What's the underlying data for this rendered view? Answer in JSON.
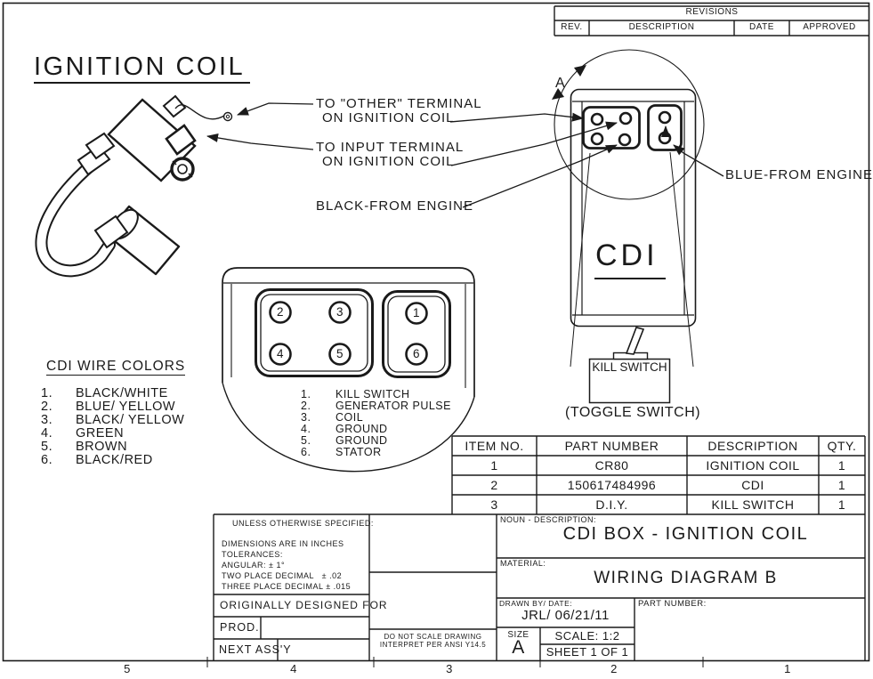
{
  "sheet": {
    "title": "IGNITION COIL",
    "zones": [
      "5",
      "4",
      "3",
      "2",
      "1"
    ]
  },
  "revisions": {
    "title": "REVISIONS",
    "headers": [
      "REV.",
      "DESCRIPTION",
      "DATE",
      "APPROVED"
    ]
  },
  "callouts": {
    "other_terminal_l1": "TO \"OTHER\" TERMINAL",
    "other_terminal_l2": "ON IGNITION COIL",
    "input_terminal_l1": "TO INPUT TERMINAL",
    "input_terminal_l2": "ON IGNITION COIL",
    "black_from_engine": "BLACK-FROM ENGINE",
    "blue_from_engine": "BLUE-FROM ENGINE",
    "detail_letter": "A"
  },
  "cdi_box": {
    "label": "CDI",
    "kill_switch": "KILL SWITCH",
    "toggle_switch": "(TOGGLE SWITCH)"
  },
  "wire_colors": {
    "title": "CDI WIRE COLORS",
    "items": [
      {
        "num": "1.",
        "label": "BLACK/WHITE"
      },
      {
        "num": "2.",
        "label": "BLUE/ YELLOW"
      },
      {
        "num": "3.",
        "label": "BLACK/ YELLOW"
      },
      {
        "num": "4.",
        "label": "GREEN"
      },
      {
        "num": "5.",
        "label": "BROWN"
      },
      {
        "num": "6.",
        "label": "BLACK/RED"
      }
    ]
  },
  "pin_legend": {
    "items": [
      {
        "num": "1.",
        "label": "KILL SWITCH"
      },
      {
        "num": "2.",
        "label": "GENERATOR PULSE"
      },
      {
        "num": "3.",
        "label": "COIL"
      },
      {
        "num": "4.",
        "label": "GROUND"
      },
      {
        "num": "5.",
        "label": "GROUND"
      },
      {
        "num": "6.",
        "label": "STATOR"
      }
    ]
  },
  "detail_pins": [
    "2",
    "3",
    "4",
    "5",
    "1",
    "6"
  ],
  "parts_table": {
    "headers": [
      "ITEM NO.",
      "PART NUMBER",
      "DESCRIPTION",
      "QTY."
    ],
    "rows": [
      [
        "1",
        "CR80",
        "IGNITION COIL",
        "1"
      ],
      [
        "2",
        "150617484996",
        "CDI",
        "1"
      ],
      [
        "3",
        "D.I.Y.",
        "KILL SWITCH",
        "1"
      ]
    ]
  },
  "title_block": {
    "noun_label": "NOUN - DESCRIPTION:",
    "noun_value": "CDI BOX - IGNITION COIL",
    "material_label": "MATERIAL:",
    "material_value": "WIRING DIAGRAM B",
    "drawn_label": "DRAWN BY/ DATE:",
    "drawn_value": "JRL/ 06/21/11",
    "part_number_label": "PART NUMBER:",
    "size_label": "SIZE",
    "size_value": "A",
    "scale": "SCALE: 1:2",
    "sheet": "SHEET 1 OF 1"
  },
  "tolerance_block": {
    "title": "UNLESS OTHERWISE SPECIFIED:",
    "lines": [
      "DIMENSIONS ARE IN INCHES",
      "TOLERANCES:",
      "ANGULAR: ± 1°",
      "TWO PLACE DECIMAL   ± .02",
      "THREE PLACE DECIMAL ± .015"
    ]
  },
  "footer_blocks": {
    "originally": "ORIGINALLY DESIGNED FOR",
    "prod": "PROD.",
    "next_assy": "NEXT ASS'Y",
    "do_not_scale_l1": "DO NOT SCALE DRAWING",
    "do_not_scale_l2": "INTERPRET PER ANSI Y14.5"
  }
}
